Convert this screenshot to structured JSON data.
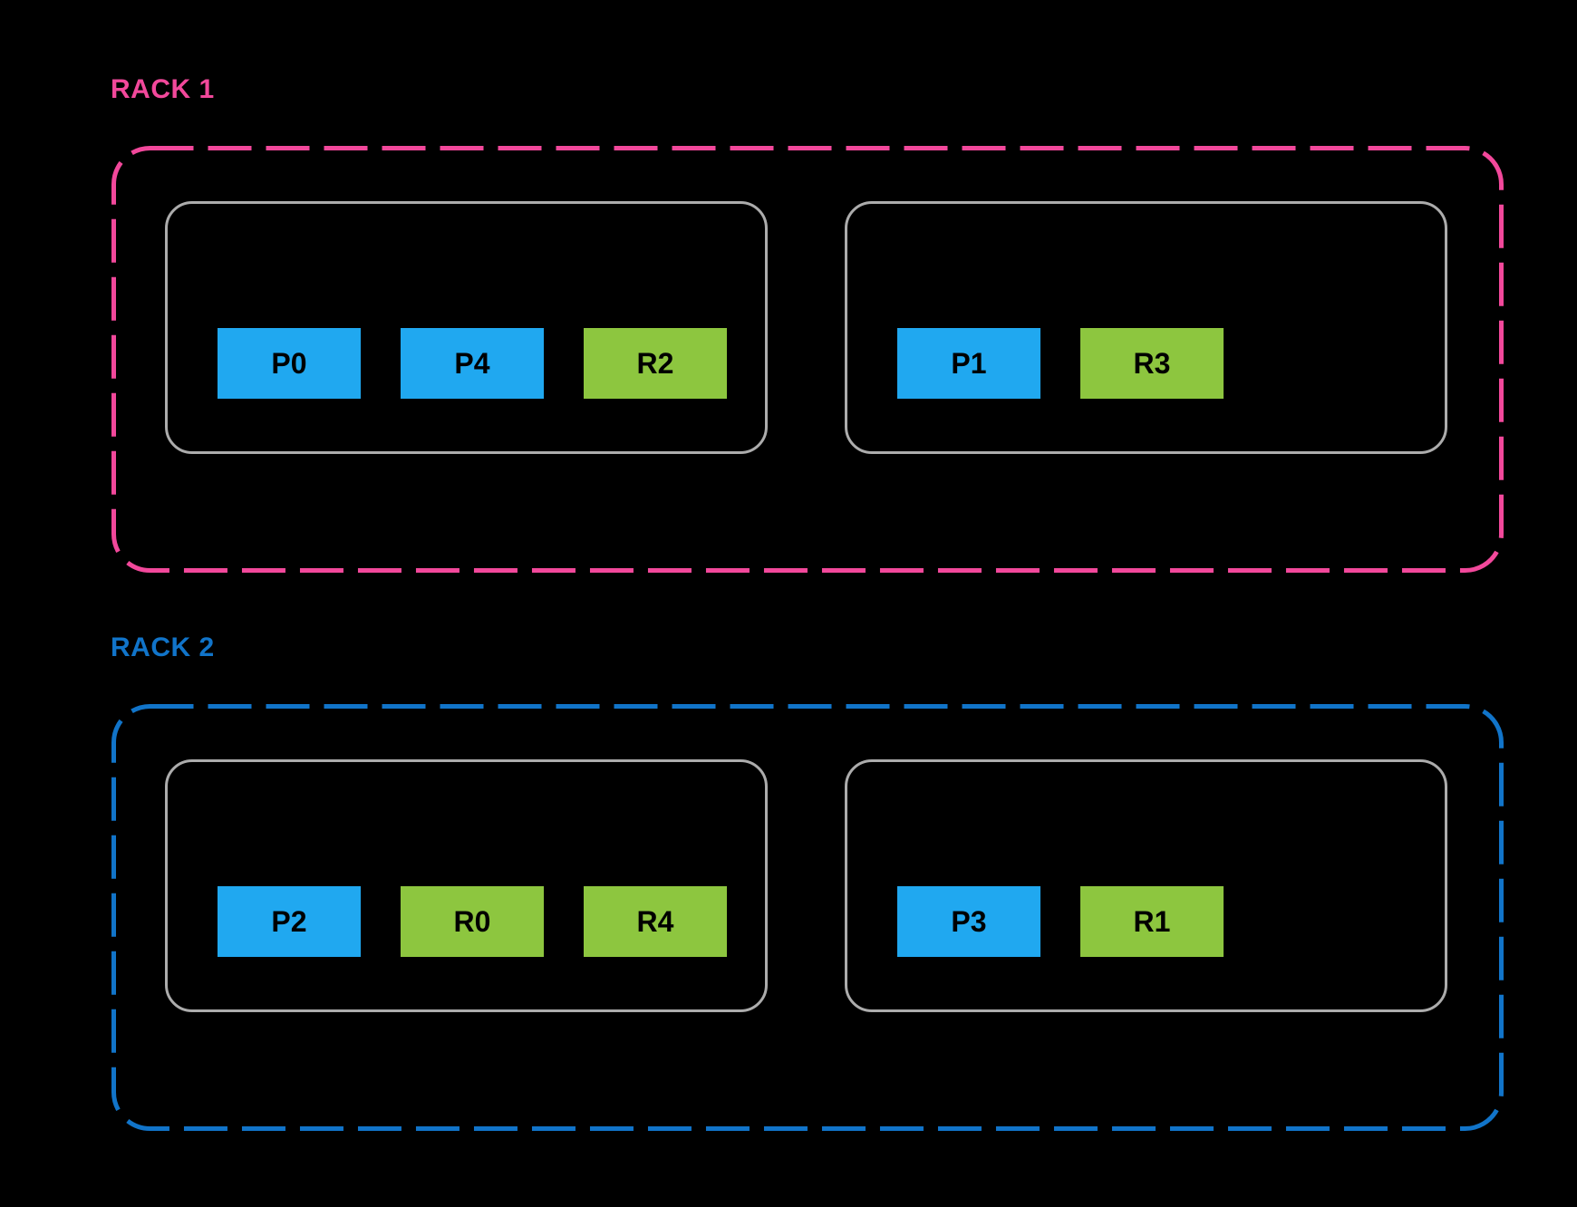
{
  "diagram": {
    "title": "",
    "racks": [
      {
        "label": "RACK 1",
        "accent_color": "#F2489B",
        "hosts": [
          {
            "chips": [
              {
                "label": "P0",
                "type": "blue"
              },
              {
                "label": "P4",
                "type": "blue"
              },
              {
                "label": "R2",
                "type": "green"
              }
            ]
          },
          {
            "chips": [
              {
                "label": "P1",
                "type": "blue"
              },
              {
                "label": "R3",
                "type": "green"
              }
            ]
          }
        ]
      },
      {
        "label": "RACK 2",
        "accent_color": "#1174C9",
        "hosts": [
          {
            "chips": [
              {
                "label": "P2",
                "type": "blue"
              },
              {
                "label": "R0",
                "type": "green"
              },
              {
                "label": "R4",
                "type": "green"
              }
            ]
          },
          {
            "chips": [
              {
                "label": "P3",
                "type": "blue"
              },
              {
                "label": "R1",
                "type": "green"
              }
            ]
          }
        ]
      }
    ],
    "colors": {
      "background": "#000000",
      "chip_blue": "#20A8F0",
      "chip_green": "#8DC63F",
      "host_border": "#ACACAC",
      "chip_text": "#000000"
    },
    "layout": {
      "rack_label_tops": [
        84,
        700
      ],
      "rack_box_tops": [
        161,
        777
      ],
      "dash_pattern": "48 16",
      "dash_stroke_width": 5
    }
  }
}
